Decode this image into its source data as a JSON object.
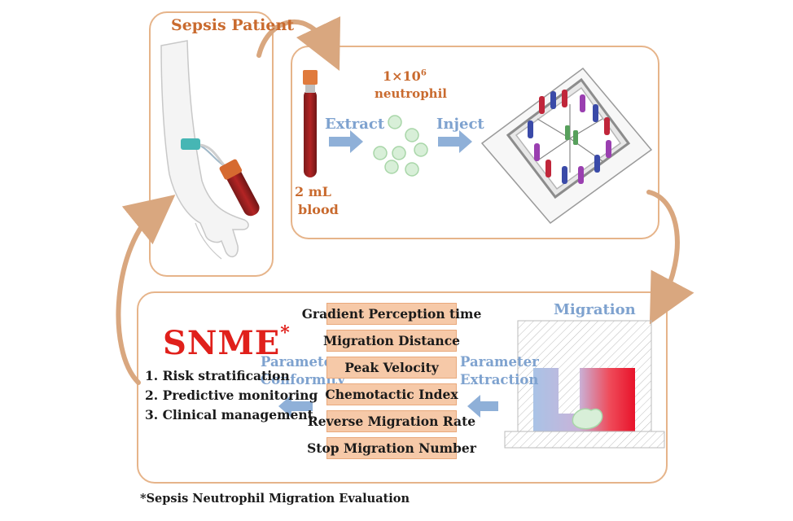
{
  "patient": {
    "title": "Sepsis Patient"
  },
  "blood": {
    "volume": "2 mL",
    "unit": "blood"
  },
  "neutrophil": {
    "count": "1×10",
    "exponent": "6",
    "label": "neutrophil"
  },
  "steps": {
    "extract": "Extract",
    "inject": "Inject",
    "migration": "Migration"
  },
  "parameter_extraction": {
    "line1": "Parameter",
    "line2": "Extraction"
  },
  "parameter_conformity": {
    "line1": "Parameter",
    "line2": "Conformity"
  },
  "parameters": [
    "Gradient Perception time",
    "Migration Distance",
    "Peak Velocity",
    "Chemotactic Index",
    "Reverse Migration Rate",
    "Stop Migration Number"
  ],
  "snme": {
    "title": "SNME",
    "mark": "*",
    "items": [
      "1. Risk stratification",
      "2. Predictive monitoring",
      "3. Clinical management"
    ]
  },
  "footnote": "*Sepsis Neutrophil Migration  Evaluation",
  "colors": {
    "panel_border": "#e6b48a",
    "accent_orange": "#c96a2e",
    "step_blue": "#7ea2cf",
    "param_fill": "#f6c9a8",
    "snme_red": "#e0201b"
  }
}
